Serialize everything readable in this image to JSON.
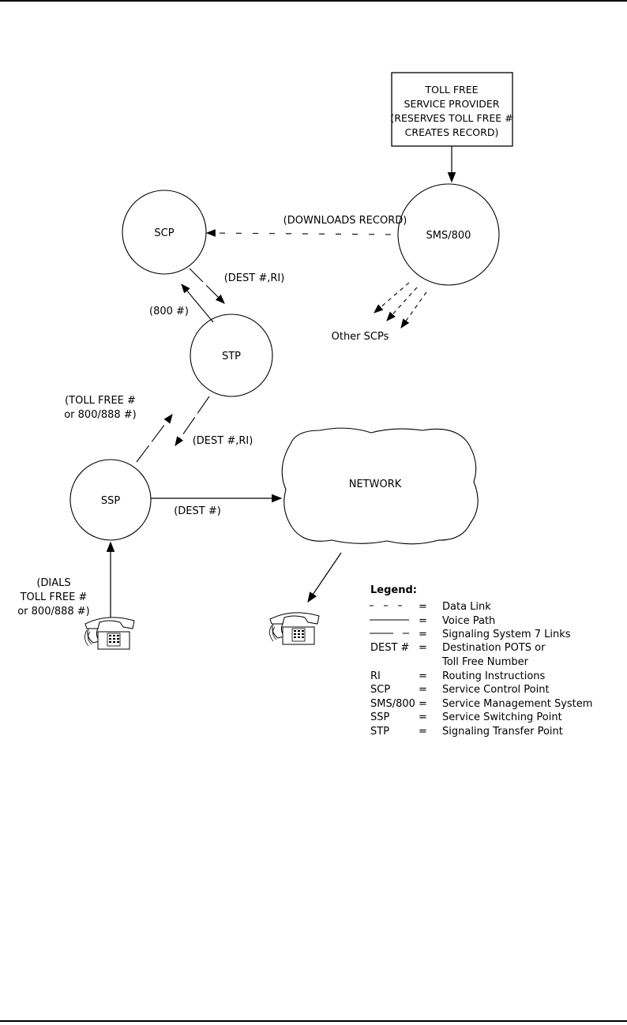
{
  "provider_box": {
    "lines": [
      "TOLL FREE",
      "SERVICE PROVIDER",
      "(RESERVES TOLL FREE #",
      "CREATES RECORD)"
    ]
  },
  "nodes": {
    "scp": "SCP",
    "sms": "SMS/800",
    "stp": "STP",
    "ssp": "SSP",
    "network": "NETWORK"
  },
  "links": {
    "downloads_record": "(DOWNLOADS RECORD)",
    "dest_ri_scp": "(DEST #,RI)",
    "query_800": "(800 #)",
    "other_scps": "Other SCPs",
    "toll_free_query": [
      "(TOLL FREE #",
      "or 800/888 #)"
    ],
    "dest_ri_ssp": "(DEST #,RI)",
    "dest_network": "(DEST #)",
    "dials": [
      "(DIALS",
      "TOLL FREE #",
      "or 800/888 #)"
    ]
  },
  "legend": {
    "title": "Legend:",
    "items": [
      {
        "key": "",
        "eq": "=",
        "desc": "Data Link"
      },
      {
        "key": "",
        "eq": "=",
        "desc": "Voice Path"
      },
      {
        "key": "",
        "eq": "=",
        "desc": "Signaling System 7 Links"
      },
      {
        "key": "DEST #",
        "eq": "=",
        "desc": "Destination POTS or"
      },
      {
        "key": "",
        "eq": "",
        "desc": "Toll Free Number"
      },
      {
        "key": "RI",
        "eq": "=",
        "desc": "Routing Instructions"
      },
      {
        "key": "SCP",
        "eq": "=",
        "desc": "Service Control Point"
      },
      {
        "key": "SMS/800",
        "eq": "=",
        "desc": "Service Management System"
      },
      {
        "key": "SSP",
        "eq": "=",
        "desc": "Service Switching Point"
      },
      {
        "key": "STP",
        "eq": "=",
        "desc": "Signaling Transfer Point"
      }
    ]
  },
  "icons": {
    "caller_phone": "telephone-icon",
    "destination_phone": "telephone-icon"
  }
}
